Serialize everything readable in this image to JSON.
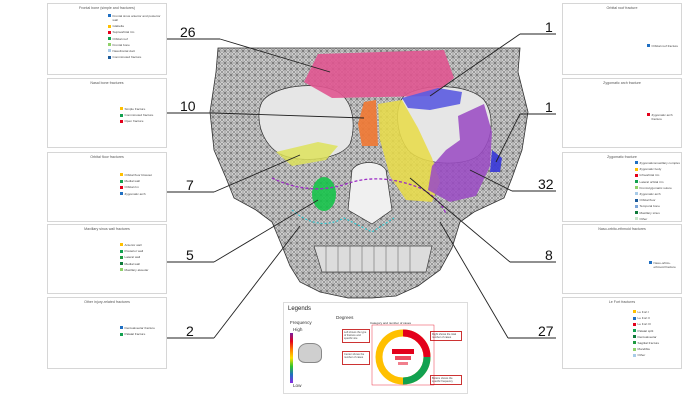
{
  "colors": {
    "blue": "#1f6fc2",
    "yellow": "#ffc000",
    "red": "#e3001b",
    "green": "#12a150",
    "light_green": "#8fd16a",
    "light_blue": "#a8cbe8",
    "pink": "#e05590",
    "purple": "#9b4cc4",
    "orange": "#f07a35"
  },
  "labels": {
    "n26": "26",
    "n10": "10",
    "n7": "7",
    "n5": "5",
    "n2": "2",
    "n1a": "1",
    "n1b": "1",
    "n32": "32",
    "n8": "8",
    "n27": "27"
  },
  "cards": [
    {
      "title": "Frontal bone (simple and fractures)",
      "legend": [
        "Frontal sinus anterior and posterior wall",
        "Glabella",
        "Supraorbital rim",
        "Orbital roof",
        "Frontal bone",
        "Nasofrontal duct",
        "Comminuted fracture"
      ]
    },
    {
      "title": "Nasal bone fractures",
      "legend": [
        "Simple fracture",
        "Comminuted fracture",
        "Open fracture"
      ]
    },
    {
      "title": "Orbital floor fractures",
      "legend": [
        "Orbital floor blowout",
        "Medial wall",
        "Orbital rim",
        "Zygomatic arch"
      ]
    },
    {
      "title": "Maxillary sinus wall fractures",
      "legend": [
        "Anterior wall",
        "Posterior wall",
        "Lateral wall",
        "Medial wall",
        "Maxillary alveolar"
      ]
    },
    {
      "title": "Other injury-related fractures",
      "legend": [
        "Dentoalveolar fracture",
        "Palatal fracture"
      ]
    },
    {
      "title": "Orbital roof fracture",
      "legend": [
        "Orbital roof fracture"
      ]
    },
    {
      "title": "Zygomatic arch fracture",
      "legend": [
        "Zygomatic arch fracture"
      ]
    },
    {
      "title": "Zygomatic fracture",
      "legend": [
        "Zygomaticomaxillary complex",
        "Zygomatic body",
        "Infraorbital rim",
        "Lateral orbital rim",
        "Frontozygomatic suture",
        "Zygomatic arch",
        "Orbital floor",
        "Temporal bone",
        "Maxillary sinus",
        "Other"
      ]
    },
    {
      "title": "Naso-orbito-ethmoid fractures",
      "legend": [
        "Naso-orbito-ethmoid fracture"
      ]
    },
    {
      "title": "Le Fort fractures",
      "legend": [
        "Le Fort I",
        "Le Fort II",
        "Le Fort III",
        "Palatal split",
        "Dentoalveolar",
        "Sagittal fracture",
        "Mandible",
        "Other"
      ]
    }
  ],
  "legends_panel": {
    "title": "Legends",
    "frequency": "Frequency",
    "high": "High",
    "low": "Low",
    "degrees": "Degrees",
    "degrees_subtitle": "Category and number of cases",
    "note1": "Left shows the type of fracture and specific site",
    "note2": "Right shows the total number of cases",
    "note3": "Center shows the number of cases",
    "note4": "Bottom shows the specific frequency"
  }
}
